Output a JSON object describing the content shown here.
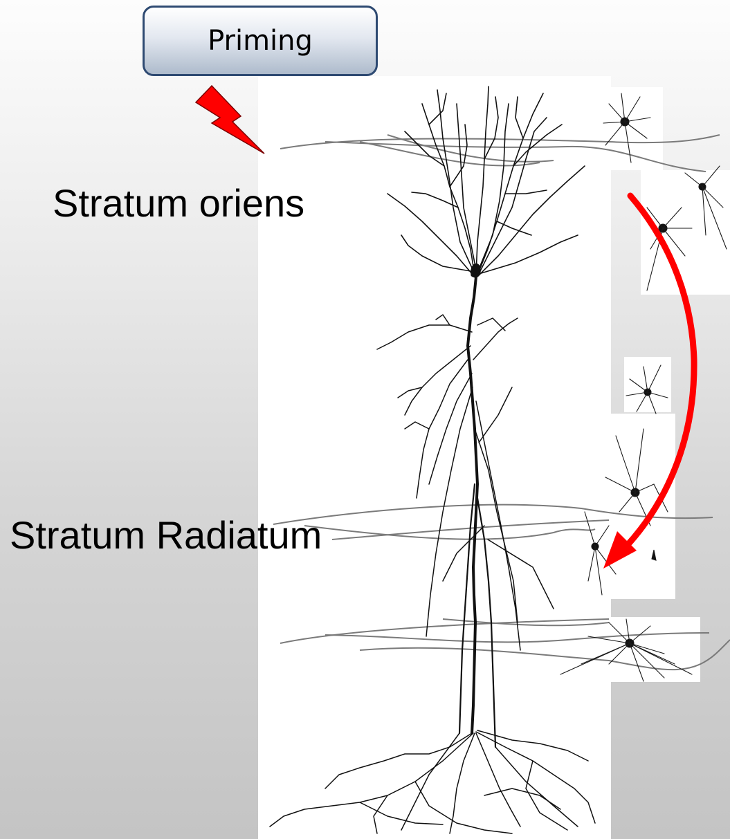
{
  "priming_label": "Priming",
  "layers": {
    "oriens": "Stratum oriens",
    "radiatum": "Stratum Radiatum"
  },
  "colors": {
    "arrow": "#ff0000",
    "neuron": "#111111",
    "boundary": "#7a7a7a"
  }
}
